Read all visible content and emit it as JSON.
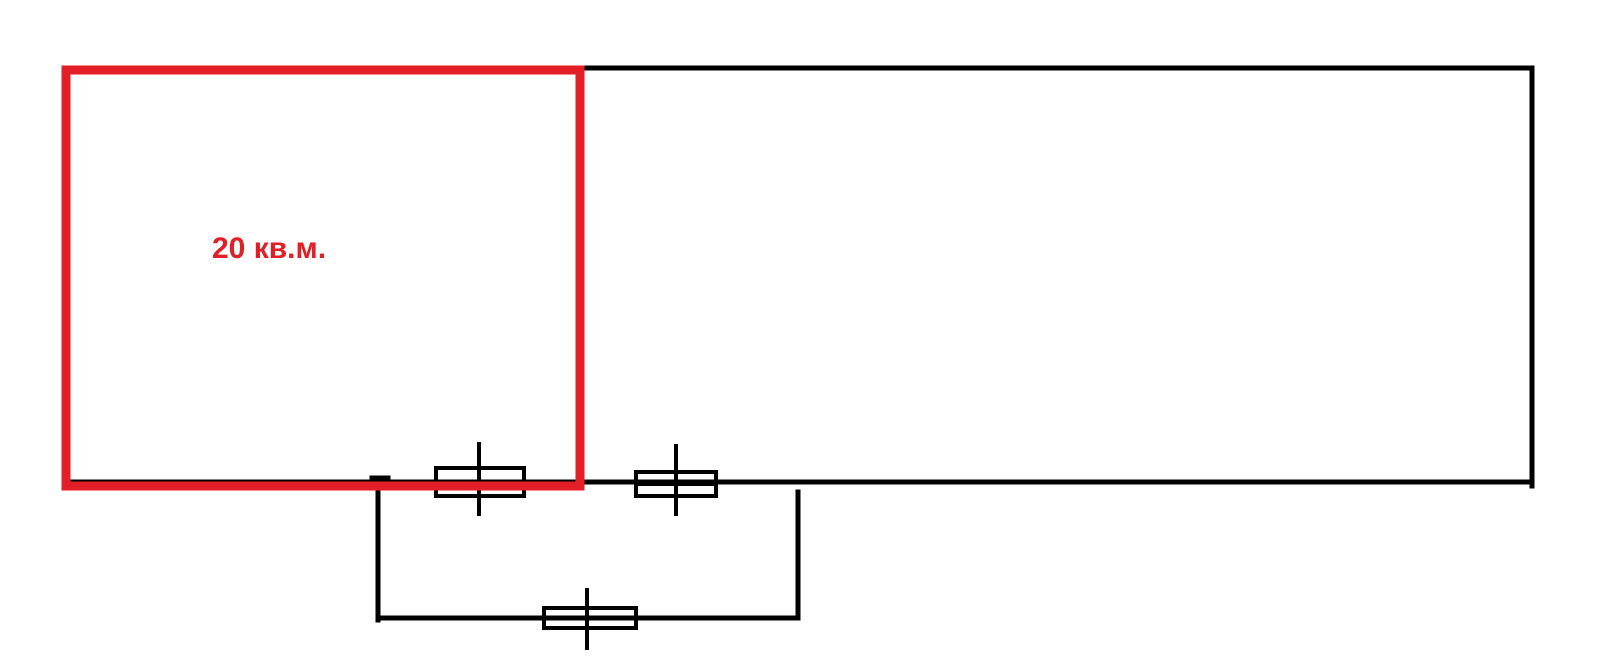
{
  "highlighted_room": {
    "area_label": "20 кв.м.",
    "color": "#e31e26"
  },
  "outline_color": "#000000",
  "windows": [
    {
      "name": "window-1"
    },
    {
      "name": "window-2"
    },
    {
      "name": "window-3"
    }
  ]
}
